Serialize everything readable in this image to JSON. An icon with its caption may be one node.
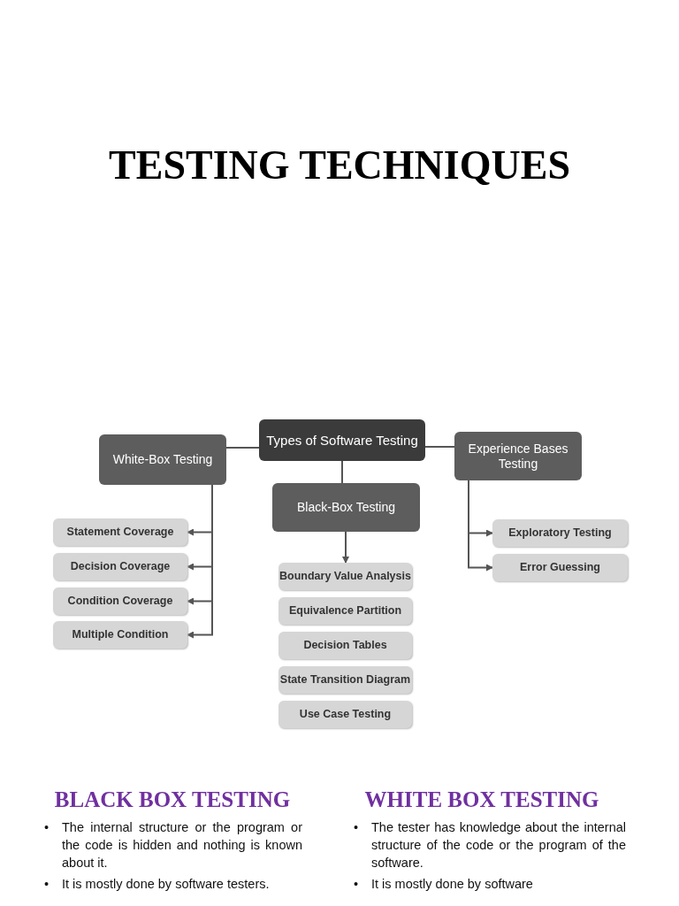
{
  "diagram": {
    "title": "TESTING TECHNIQUES",
    "nodes": [
      {
        "text": [
          "Types of Software Testing"
        ]
      },
      {
        "text": [
          "White-Box Testing"
        ]
      },
      {
        "text": [
          "Black-Box Testing"
        ]
      },
      {
        "text": [
          "Experience Bases Testing"
        ]
      },
      {
        "text": [
          "Statement Coverage"
        ]
      },
      {
        "text": [
          "Decision Coverage"
        ]
      },
      {
        "text": [
          "Condition Coverage"
        ]
      },
      {
        "text": [
          "Multiple Condition"
        ]
      },
      {
        "text": [
          "Boundary Value Analysis"
        ]
      },
      {
        "text": [
          "Equivalence Partition"
        ]
      },
      {
        "text": [
          "Decision Tables"
        ]
      },
      {
        "text": [
          "State Transition Diagram"
        ]
      },
      {
        "text": [
          "Use Case Testing"
        ]
      },
      {
        "text": [
          "Exploratory Testing"
        ]
      },
      {
        "text": [
          "Error Guessing"
        ]
      }
    ],
    "edges": [
      {
        "from": 0,
        "to": 1,
        "arrow": "none"
      },
      {
        "from": 0,
        "to": 3,
        "arrow": "none"
      },
      {
        "from": 0,
        "to": 2,
        "arrow": "none"
      },
      {
        "from": 1,
        "to": 4,
        "arrow": "to"
      },
      {
        "from": 1,
        "to": 5,
        "arrow": "to"
      },
      {
        "from": 1,
        "to": 6,
        "arrow": "to"
      },
      {
        "from": 1,
        "to": 7,
        "arrow": "to"
      },
      {
        "from": 2,
        "to": 8,
        "arrow": "to"
      },
      {
        "from": 3,
        "to": 13,
        "arrow": "to"
      },
      {
        "from": 3,
        "to": 14,
        "arrow": "to"
      }
    ],
    "labels": [
      "BLACK BOX TESTING",
      "WHITE BOX TESTING",
      "•",
      "The internal structure or the program or the code is hidden and nothing is known about it.",
      "•",
      "It is mostly done by software testers.",
      "•",
      "The tester has knowledge about the internal structure of the code or the program of the software.",
      "•",
      "It is mostly done by software"
    ]
  }
}
